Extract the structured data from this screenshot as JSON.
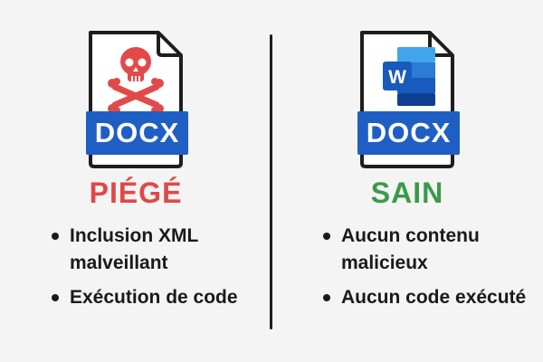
{
  "left": {
    "file_badge": "DOCX",
    "status": "PIÉGÉ",
    "status_color": "#e04848",
    "icon": "skull-crossbones-icon",
    "icon_color": "#e24a4a",
    "bullets": [
      "Inclusion XML malveillant",
      "Exécution de code"
    ]
  },
  "right": {
    "file_badge": "DOCX",
    "status": "SAIN",
    "status_color": "#3a9a4a",
    "icon": "word-logo-icon",
    "icon_letter": "W",
    "bullets": [
      "Aucun contenu malicieux",
      "Aucun code exécuté"
    ]
  },
  "colors": {
    "badge": "#1f5fc4",
    "text": "#1a1a1a",
    "background": "#f4f4f4"
  }
}
